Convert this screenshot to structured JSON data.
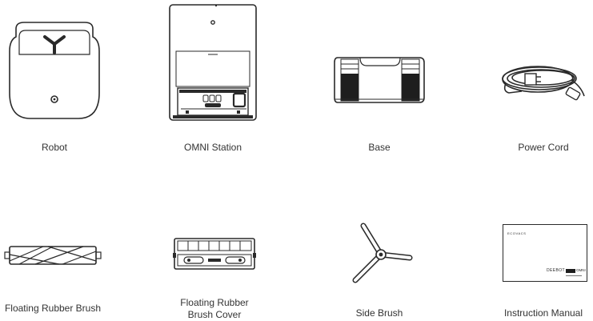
{
  "items": [
    {
      "id": "robot",
      "label": "Robot",
      "icon": "robot-vacuum-icon"
    },
    {
      "id": "omni-station",
      "label": "OMNI Station",
      "icon": "omni-station-icon"
    },
    {
      "id": "base",
      "label": "Base",
      "icon": "base-plate-icon"
    },
    {
      "id": "power-cord",
      "label": "Power Cord",
      "icon": "power-cord-icon"
    },
    {
      "id": "floating-rubber-brush",
      "label": "Floating Rubber Brush",
      "icon": "rubber-brush-icon"
    },
    {
      "id": "floating-rubber-brush-cover",
      "label_line1": "Floating Rubber",
      "label_line2": "Brush Cover",
      "icon": "brush-cover-icon"
    },
    {
      "id": "side-brush",
      "label": "Side Brush",
      "icon": "side-brush-icon"
    },
    {
      "id": "instruction-manual",
      "label": "Instruction Manual",
      "icon": "manual-icon",
      "manual_brand": "ECOVACS",
      "manual_model": "DEEBOT",
      "manual_model_suffix": "OMNI"
    }
  ]
}
